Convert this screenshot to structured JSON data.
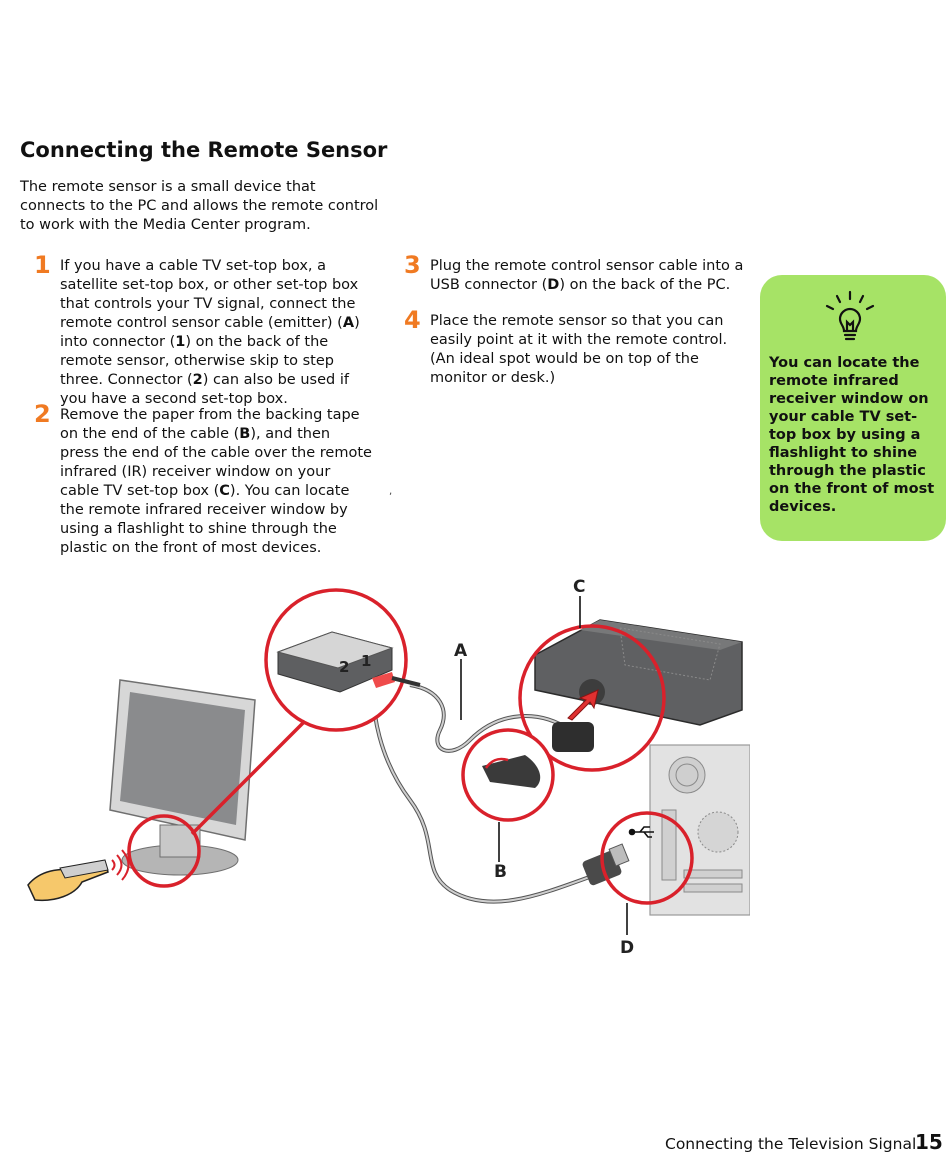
{
  "page": {
    "title": "Connecting the Remote Sensor",
    "intro": "The remote sensor is a small device that connects to the PC and allows the remote control to work with the Media Center program."
  },
  "steps": [
    {
      "number": "1",
      "parts": [
        "If you have a cable TV set-top box, a satellite set-top box, or other set-top box that controls your TV signal, connect the remote control sensor cable (emitter) (",
        "A",
        ") into connector (",
        "1",
        ") on the back of the remote sensor, otherwise skip to step three. Connector (",
        "2",
        ") can also be used if you have a second set-top box."
      ]
    },
    {
      "number": "2",
      "parts": [
        "Remove the paper from the backing tape on the end of the cable (",
        "B",
        "), and then press the end of the cable over the remote infrared (IR) receiver window on your cable TV set-top box (",
        "C",
        "). You can locate the remote infrared receiver window by using a flashlight to shine through the plastic on the front of most devices."
      ]
    },
    {
      "number": "3",
      "parts": [
        "Plug the remote control sensor cable into a USB connector (",
        "D",
        ") on the back of the PC."
      ]
    },
    {
      "number": "4",
      "parts": [
        "Place the remote sensor so that you can easily point at it with the remote control. (An ideal spot would be on top of the monitor or desk.)"
      ]
    }
  ],
  "tip": {
    "icon": "lightbulb-icon",
    "text": "You can locate the remote infrared receiver window on your cable TV set-top box by using a flashlight to shine through the plastic on the front of most devices.",
    "background": "#a6e366"
  },
  "stray_mark": ",",
  "diagram": {
    "labels": {
      "a": "A",
      "b": "B",
      "c": "C",
      "d": "D"
    },
    "connectors": {
      "one": "1",
      "two": "2"
    },
    "callout_color": "#d9212b"
  },
  "footer": {
    "section": "Connecting the Television Signal",
    "page_number": "15"
  },
  "colors": {
    "step_number": "#f07a22"
  }
}
